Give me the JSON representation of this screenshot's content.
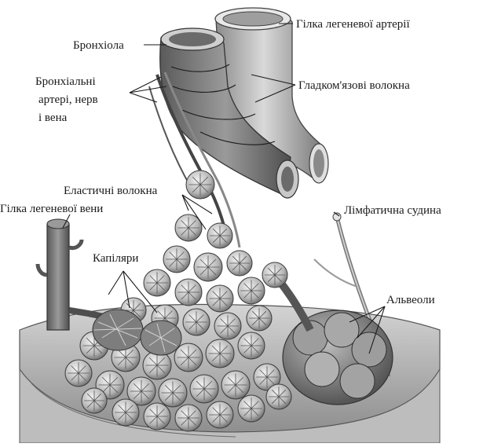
{
  "diagram": {
    "labels": {
      "pulmonary_artery_branch": "Гілка легеневої артерії",
      "bronchiole": "Бронхіола",
      "bronchial_vessels_line1": "Бронхіальні",
      "bronchial_vessels_line2": "артері, нерв",
      "bronchial_vessels_line3": "і вена",
      "smooth_muscle": "Гладком'язові волокна",
      "elastic_fibers": "Еластичні волокна",
      "pulmonary_vein_branch": "Гілка легеневої вени",
      "lymphatic_vessel": "Лімфатична судина",
      "capillaries": "Капіляри",
      "alveoli": "Альвеоли"
    },
    "colors": {
      "ink": "#1a1a1a",
      "tissue_light": "#d6d6d6",
      "tissue_mid": "#a9a9a9",
      "tissue_dark": "#6e6e6e"
    }
  }
}
